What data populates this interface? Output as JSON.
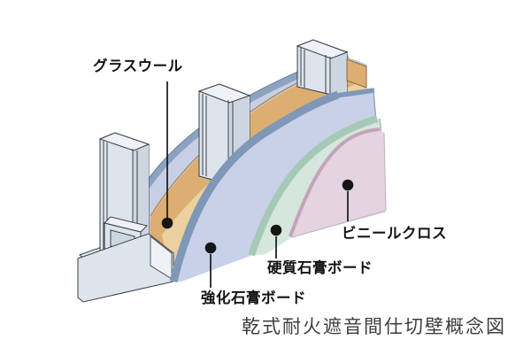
{
  "figure": {
    "caption": "乾式耐火遮音間仕切壁概念図",
    "annotations": {
      "glass_wool": {
        "label": "グラスウール"
      },
      "reinforced_gypsum_board": {
        "label": "強化石膏ボード"
      },
      "hard_gypsum_board": {
        "label": "硬質石膏ボード"
      },
      "vinyl_cloth": {
        "label": "ビニールクロス"
      }
    },
    "colors": {
      "glass_wool_dark": "#dcae72",
      "glass_wool_light": "#ecd1a0",
      "far_board_edge": "#8ca3c0",
      "far_board_face": "#c7cfe5",
      "board_edge_blue": "#7f98b8",
      "board_face_blue": "#c9d1e8",
      "hard_board_edge": "#a6c9b7",
      "hard_board_face": "#d5e7dc",
      "vinyl_edge": "#c4a3ba",
      "vinyl_face": "#e4d4e2",
      "steel_light": "#eef1f5",
      "steel_face": "#dde4ec",
      "steel_shade": "#cdd6e0",
      "steel_web": "#e7ecf1",
      "outline": "#3a3f46",
      "leader": "#161616"
    }
  }
}
